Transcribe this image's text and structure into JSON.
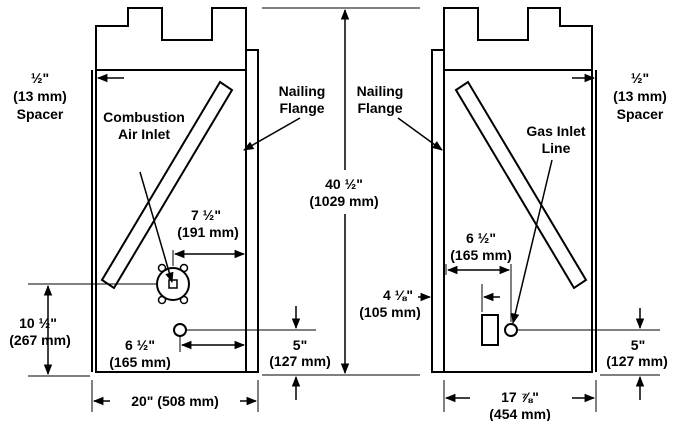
{
  "left_unit": {
    "spacer": {
      "inch": "½\"",
      "mm": "(13 mm)",
      "label": "Spacer"
    },
    "combustion_air": {
      "line1": "Combustion",
      "line2": "Air Inlet"
    },
    "nailing_flange": {
      "line1": "Nailing",
      "line2": "Flange"
    },
    "dim_7_5": {
      "inch": "7 ½\"",
      "mm": "(191 mm)"
    },
    "dim_10_5": {
      "inch": "10 ½\"",
      "mm": "(267 mm)"
    },
    "dim_6_5": {
      "inch": "6 ½\"",
      "mm": "(165 mm)"
    },
    "dim_5": {
      "inch": "5\"",
      "mm": "(127 mm)"
    },
    "width": {
      "text": "20\" (508 mm)"
    }
  },
  "center": {
    "height": {
      "inch": "40 ½\"",
      "mm": "(1029 mm)"
    }
  },
  "right_unit": {
    "nailing_flange": {
      "line1": "Nailing",
      "line2": "Flange"
    },
    "spacer": {
      "inch": "½\"",
      "mm": "(13 mm)",
      "label": "Spacer"
    },
    "gas_inlet": {
      "line1": "Gas Inlet",
      "line2": "Line"
    },
    "dim_6_5": {
      "inch": "6 ½\"",
      "mm": "(165 mm)"
    },
    "dim_4_125": {
      "inch": "4 ⅛\"",
      "mm": "(105 mm)"
    },
    "dim_5": {
      "inch": "5\"",
      "mm": "(127 mm)"
    },
    "width": {
      "inch": "17 ⅞\"",
      "mm": "(454 mm)"
    }
  }
}
